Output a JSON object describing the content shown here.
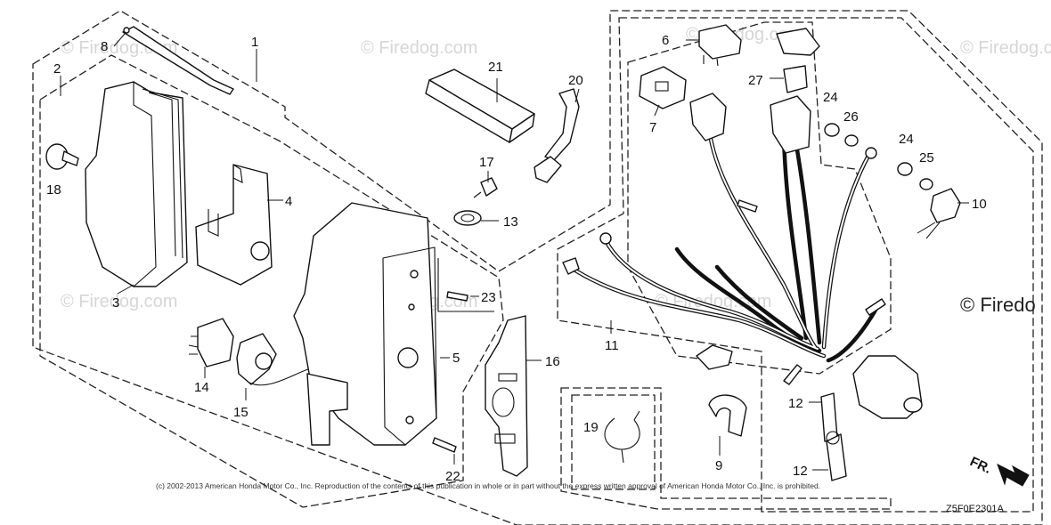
{
  "watermark": "© Firedog.com",
  "watermark_right": "© Firedo",
  "copyright": "(c) 2002-2013 American Honda Motor Co., Inc. Reproduction of the contents of this publication in whole or in part without the express written approval of American Honda Motor Co., Inc. is prohibited.",
  "diagram_code": "Z5F0E2301A",
  "front_label": "FR.",
  "callouts": [
    {
      "id": "1"
    },
    {
      "id": "2"
    },
    {
      "id": "3"
    },
    {
      "id": "4"
    },
    {
      "id": "5"
    },
    {
      "id": "6"
    },
    {
      "id": "7"
    },
    {
      "id": "8"
    },
    {
      "id": "9"
    },
    {
      "id": "10"
    },
    {
      "id": "11"
    },
    {
      "id": "12"
    },
    {
      "id": "12"
    },
    {
      "id": "13"
    },
    {
      "id": "14"
    },
    {
      "id": "15"
    },
    {
      "id": "16"
    },
    {
      "id": "17"
    },
    {
      "id": "18"
    },
    {
      "id": "19"
    },
    {
      "id": "20"
    },
    {
      "id": "21"
    },
    {
      "id": "22"
    },
    {
      "id": "23"
    },
    {
      "id": "24"
    },
    {
      "id": "24"
    },
    {
      "id": "25"
    },
    {
      "id": "26"
    },
    {
      "id": "27"
    }
  ]
}
